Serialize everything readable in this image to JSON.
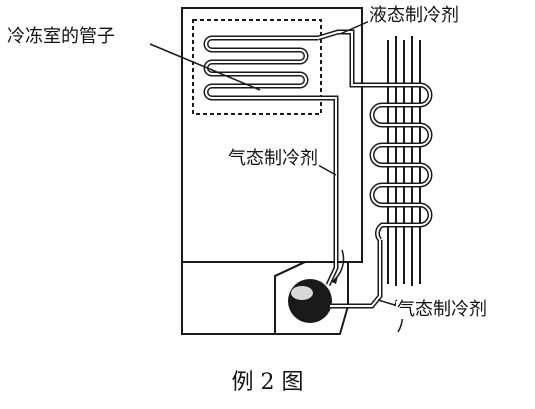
{
  "labels": {
    "liquid_refrigerant": "液态制冷剂",
    "freezer_pipes": "冷冻室的管子",
    "gas_refrigerant_inside": "气态制冷剂",
    "gas_refrigerant_outside": "气态制冷剂"
  },
  "caption": "例 2 图",
  "colors": {
    "line": "#1a1a1a",
    "background": "#ffffff"
  }
}
